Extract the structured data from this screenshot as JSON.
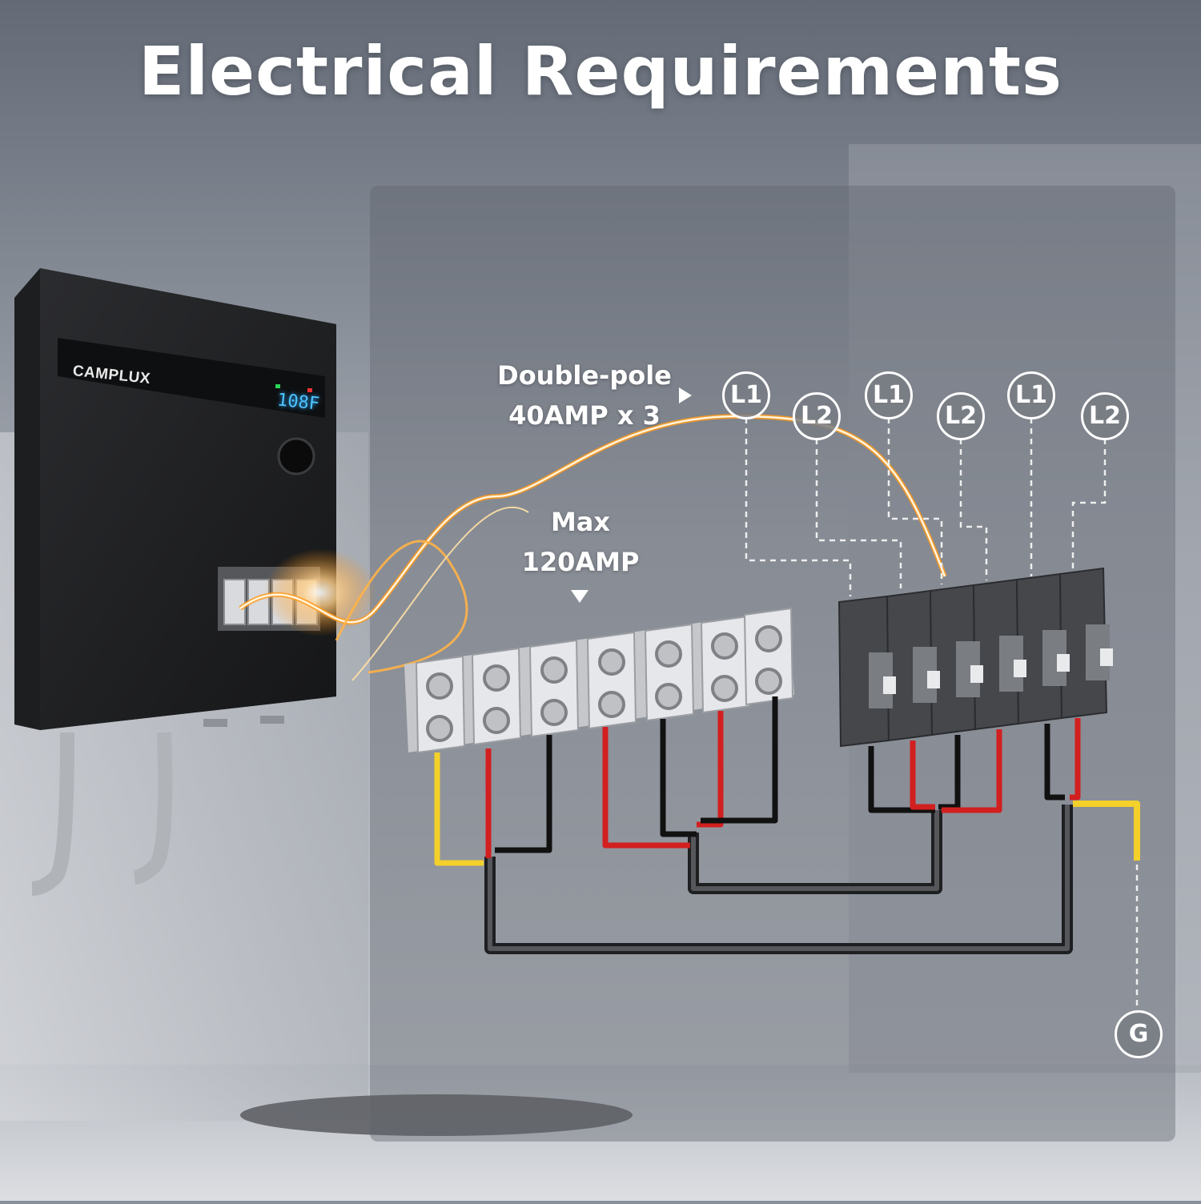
{
  "title": "Electrical Requirements",
  "breaker_label": {
    "line1": "Double-pole",
    "line2": "40AMP x 3"
  },
  "max_label": {
    "line1": "Max",
    "line2": "120AMP"
  },
  "terminals": [
    "L1",
    "L2",
    "L1",
    "L2",
    "L1",
    "L2"
  ],
  "ground_label": "G",
  "heater": {
    "brand": "CAMPLUX",
    "display": "108F"
  },
  "colors": {
    "background": "#8a9099",
    "wire_red": "#d21f1f",
    "wire_black": "#111111",
    "wire_yellow": "#f3d02a",
    "breaker": "#4a4c50",
    "terminal": "#dfe1e4"
  }
}
